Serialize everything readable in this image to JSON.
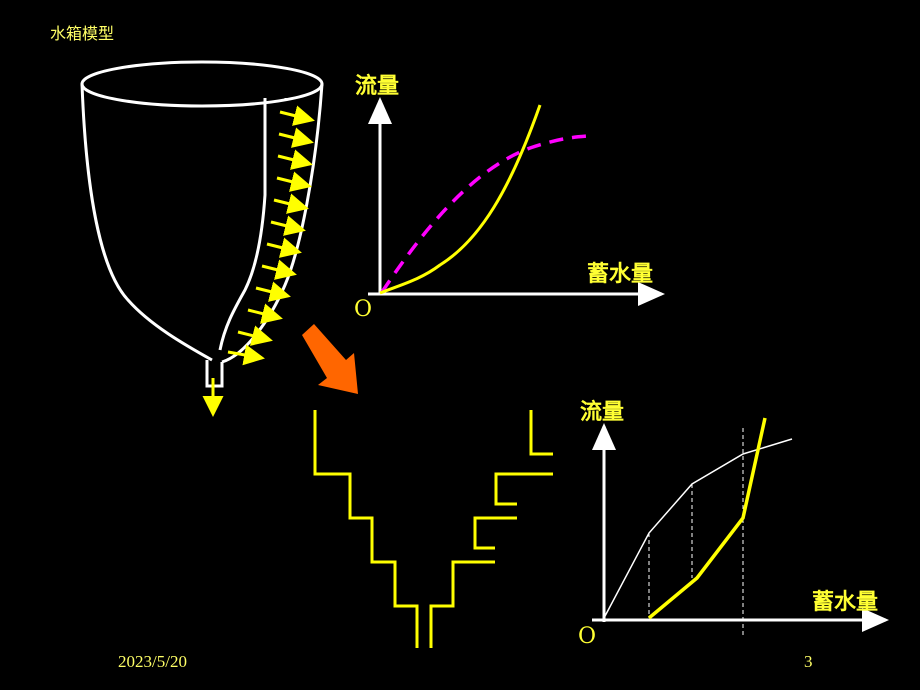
{
  "slide": {
    "title": "水箱模型",
    "date": "2023/5/20",
    "page_number": "3"
  },
  "upper_graph": {
    "y_label": "流量",
    "x_label": "蓄水量",
    "origin": "O",
    "yellow_color": "#ffff00",
    "dashed_color": "#ff00ff"
  },
  "lower_graph": {
    "y_label": "流量",
    "x_label": "蓄水量",
    "origin": "O",
    "yellow_color": "#ffff00",
    "white_color": "#ffffff"
  },
  "arrow": {
    "color": "#ff6600"
  }
}
